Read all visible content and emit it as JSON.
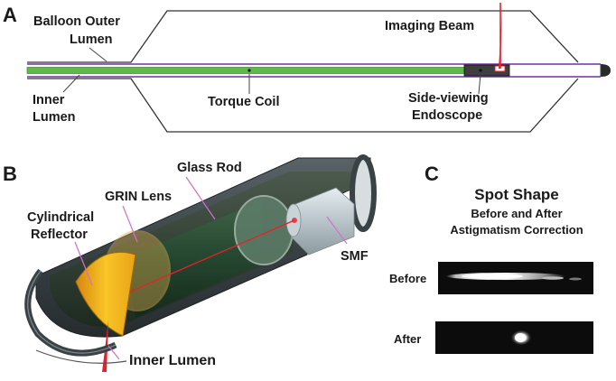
{
  "panel_a": {
    "letter": "A",
    "labels": {
      "balloon_outer_1": "Balloon Outer",
      "balloon_outer_2": "Lumen",
      "imaging_beam": "Imaging Beam",
      "inner_1": "Inner",
      "inner_2": "Lumen",
      "torque_coil": "Torque Coil",
      "endoscope_1": "Side-viewing",
      "endoscope_2": "Endoscope"
    }
  },
  "panel_b": {
    "letter": "B",
    "labels": {
      "glass_rod": "Glass Rod",
      "grin_lens": "GRIN Lens",
      "reflector_1": "Cylindrical",
      "reflector_2": "Reflector",
      "smf": "SMF",
      "inner_lumen": "Inner Lumen"
    }
  },
  "panel_c": {
    "letter": "C",
    "title": "Spot Shape",
    "subtitle_1": "Before and After",
    "subtitle_2": "Astigmatism Correction",
    "before_label": "Before",
    "after_label": "After"
  },
  "colors": {
    "torque_coil": "#5fb94a",
    "balloon_outline": "#7030a0",
    "beam": "#e8202a",
    "leader_pink": "#d070d0",
    "reflector": "#f2b718",
    "tube": "#3c4448"
  }
}
